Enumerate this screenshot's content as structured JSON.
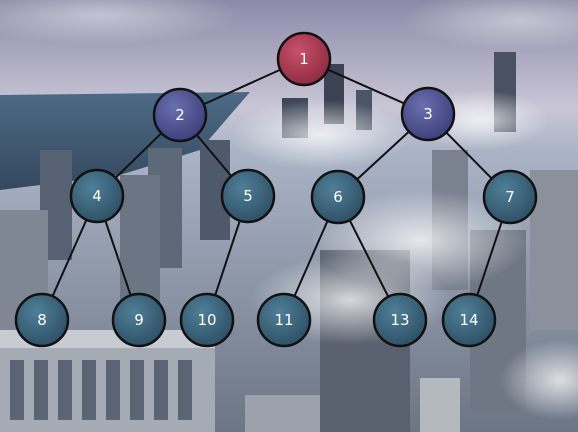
{
  "scene": {
    "background": "aerial-city-skyline-in-fog"
  },
  "colors": {
    "root_top": "#c9516a",
    "root_bottom": "#8a2a40",
    "level1_top": "#6a6fae",
    "level1_bottom": "#3a3f7a",
    "leaf_top": "#4f7f98",
    "leaf_bottom": "#2d4e63"
  },
  "tree": {
    "nodes": [
      {
        "id": "1",
        "label": "1",
        "level": 0
      },
      {
        "id": "2",
        "label": "2",
        "level": 1
      },
      {
        "id": "3",
        "label": "3",
        "level": 1
      },
      {
        "id": "4",
        "label": "4",
        "level": 2
      },
      {
        "id": "5",
        "label": "5",
        "level": 2
      },
      {
        "id": "6",
        "label": "6",
        "level": 2
      },
      {
        "id": "7",
        "label": "7",
        "level": 2
      },
      {
        "id": "8",
        "label": "8",
        "level": 3
      },
      {
        "id": "9",
        "label": "9",
        "level": 3
      },
      {
        "id": "10",
        "label": "10",
        "level": 3
      },
      {
        "id": "11",
        "label": "11",
        "level": 3
      },
      {
        "id": "13",
        "label": "13",
        "level": 3
      },
      {
        "id": "14",
        "label": "14",
        "level": 3
      }
    ],
    "edges": [
      [
        "1",
        "2"
      ],
      [
        "1",
        "3"
      ],
      [
        "2",
        "4"
      ],
      [
        "2",
        "5"
      ],
      [
        "3",
        "6"
      ],
      [
        "3",
        "7"
      ],
      [
        "4",
        "8"
      ],
      [
        "4",
        "9"
      ],
      [
        "5",
        "10"
      ],
      [
        "6",
        "11"
      ],
      [
        "6",
        "13"
      ],
      [
        "7",
        "14"
      ]
    ]
  }
}
